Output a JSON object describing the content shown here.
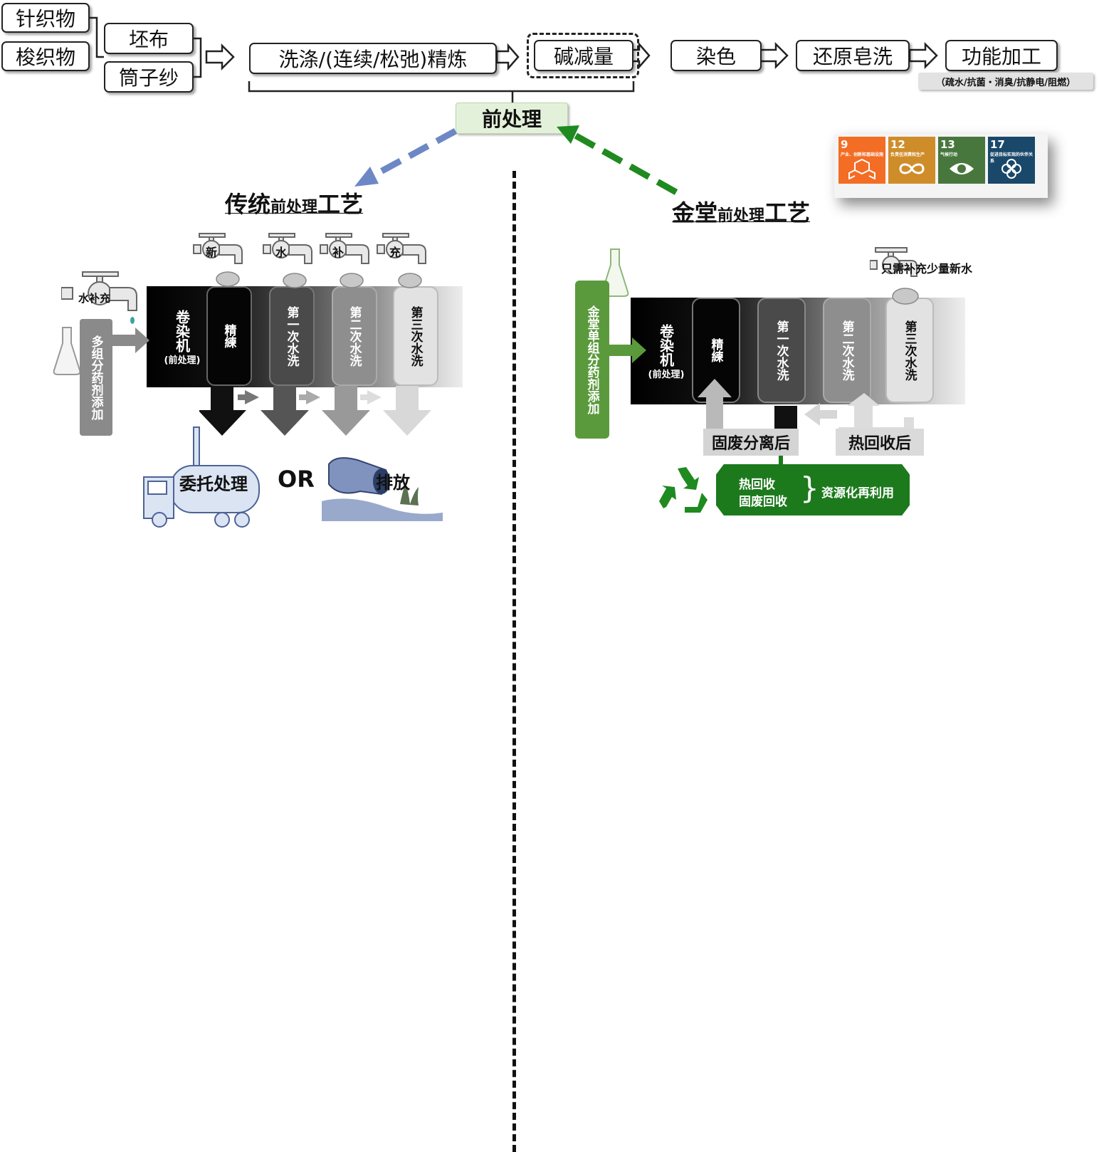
{
  "flow": {
    "sources_fabric": [
      "针织物",
      "梭织物"
    ],
    "sources_material": [
      "坯布",
      "筒子纱"
    ],
    "steps": [
      "洗涤/(连续/松弛)精炼",
      "碱减量",
      "染色",
      "还原皂洗",
      "功能加工"
    ],
    "function_note": "（疏水/抗菌・消臭/抗静电/阻燃）",
    "pretreatment_label": "前处理"
  },
  "left": {
    "title_big1": "传统",
    "title_small": "前处理",
    "title_big2": "工艺",
    "tap_labels": [
      "新",
      "水",
      "补",
      "充"
    ],
    "side_tap_label": "水补充",
    "chem_label": "多组分药剂添加",
    "machine_label": "卷染机",
    "machine_sub": "(前处理)",
    "tanks": [
      "精練",
      "第一次水洗",
      "第二次水洗",
      "第三次水洗"
    ],
    "outcome1": "委托处理",
    "or_text": "OR",
    "outcome2": "排放"
  },
  "right": {
    "title_big1": "金堂",
    "title_small": "前处理",
    "title_big2": "工艺",
    "tap_label": "只需补充少量新水",
    "chem_label": "金堂单组分药剂添加",
    "machine_label": "卷染机",
    "machine_sub": "(前处理)",
    "tanks": [
      "精練",
      "第一次水洗",
      "第二次水洗",
      "第三次水洗"
    ],
    "solid_label": "固废分离后",
    "heat_label": "热回收后",
    "recovery_items": [
      "热回收",
      "固废回收"
    ],
    "recovery_result": "资源化再利用"
  },
  "sdg": [
    {
      "num": "9",
      "text": "产业、创新和基础设施",
      "color": "#F36D25"
    },
    {
      "num": "12",
      "text": "负责任消费和生产",
      "color": "#CF8D2A"
    },
    {
      "num": "13",
      "text": "气候行动",
      "color": "#48773E"
    },
    {
      "num": "17",
      "text": "促进目标实现的伙伴关系",
      "color": "#19486A"
    }
  ],
  "colors": {
    "blue_arrow": "#6d88c5",
    "green_arrow": "#1f8a1f",
    "green_dark": "#1c7a1c",
    "chem_gray": "#8a8a8a",
    "chem_green": "#5a9a3c"
  }
}
